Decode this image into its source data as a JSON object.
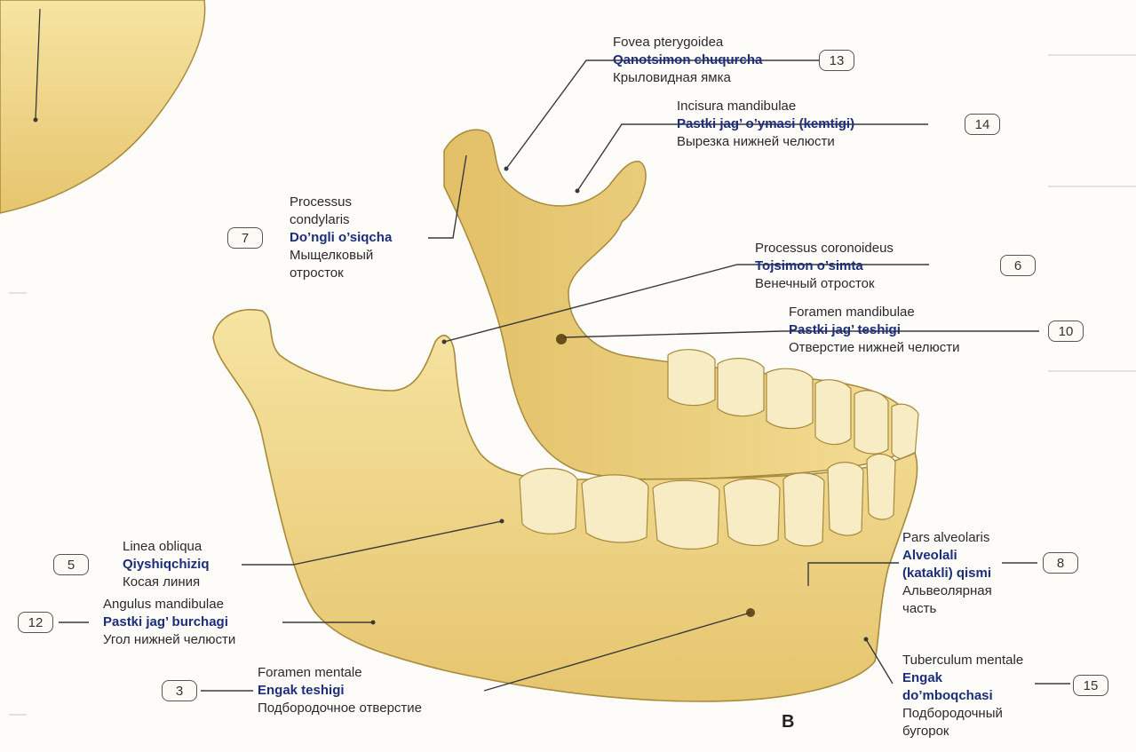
{
  "figure_letter": "B",
  "labels": {
    "l13": {
      "num": "13",
      "la": "Fovea pterygoidea",
      "uz": "Qanotsimon chuqurcha",
      "ru": "Крыловидная ямка"
    },
    "l14": {
      "num": "14",
      "la": "Incisura mandibulae",
      "uz": "Pastki jag’ o’ymasi (kemtigi)",
      "ru": "Вырезка нижней челюсти"
    },
    "l7": {
      "num": "7",
      "la1": "Processus",
      "la2": "condylaris",
      "uz": "Do’ngli o’siqcha",
      "ru1": "Мыщелковый",
      "ru2": "отросток"
    },
    "l6": {
      "num": "6",
      "la": "Processus coronoideus",
      "uz": "Tojsimon o’simta",
      "ru": "Венечный отросток"
    },
    "l10": {
      "num": "10",
      "la": "Foramen mandibulae",
      "uz": "Pastki jag’ teshigi",
      "ru": "Отверстие нижней челюсти"
    },
    "l5": {
      "num": "5",
      "la": "Linea obliqua",
      "uz": "Qiyshiqchiziq",
      "ru": "Косая линия"
    },
    "l12": {
      "num": "12",
      "la": "Angulus mandibulae",
      "uz": "Pastki jag’ burchagi",
      "ru": "Угол нижней челюсти"
    },
    "l3": {
      "num": "3",
      "la": "Foramen mentale",
      "uz": "Engak teshigi",
      "ru": "Подбородочное отверстие"
    },
    "l8": {
      "num": "8",
      "la": "Pars alveolaris",
      "uz1": "Alveolali",
      "uz2": "(katakli) qismi",
      "ru1": "Альвеолярная",
      "ru2": "часть"
    },
    "l15": {
      "num": "15",
      "la": "Tuberculum mentale",
      "uz1": "Engak",
      "uz2": "do’mboqchasi",
      "ru1": "Подбородочный",
      "ru2": "бугорок"
    }
  },
  "colors": {
    "bone": "#f1d98a",
    "bone_shadow": "#d9b95e",
    "bone_outline": "#a88a3c",
    "tooth": "#f7ecc4",
    "leader": "#3a3a3a",
    "latin_uzbek_blue": "#1c2d79"
  }
}
